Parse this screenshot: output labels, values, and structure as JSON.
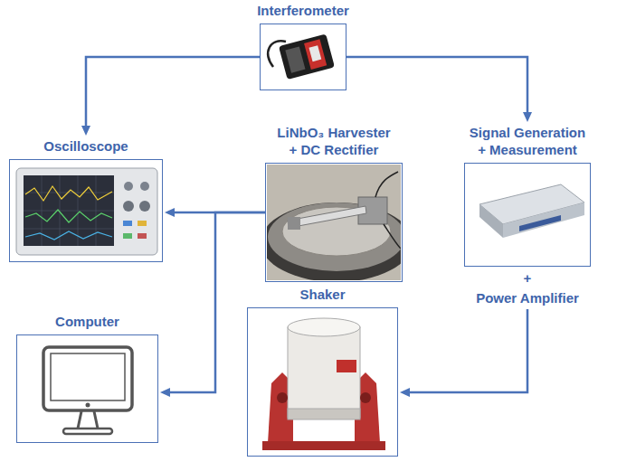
{
  "diagram": {
    "nodes": [
      {
        "text": [
          "Interferometer"
        ]
      },
      {
        "text": [
          "Oscilloscope"
        ]
      },
      {
        "text": [
          "LiNbO₃ Harvester + DC Rectifier"
        ]
      },
      {
        "text": [
          "Signal Generation + Measurement",
          "+",
          "Power Amplifier"
        ]
      },
      {
        "text": [
          "Computer"
        ]
      },
      {
        "text": [
          "Shaker"
        ]
      }
    ],
    "edges": [
      {
        "from": 0,
        "to": 1,
        "arrow": "to"
      },
      {
        "from": 0,
        "to": 3,
        "arrow": "to"
      },
      {
        "from": 2,
        "to": 1,
        "arrow": "to"
      },
      {
        "from": 2,
        "to": 4,
        "arrow": "to"
      },
      {
        "from": 3,
        "to": 5,
        "arrow": "to"
      }
    ]
  }
}
